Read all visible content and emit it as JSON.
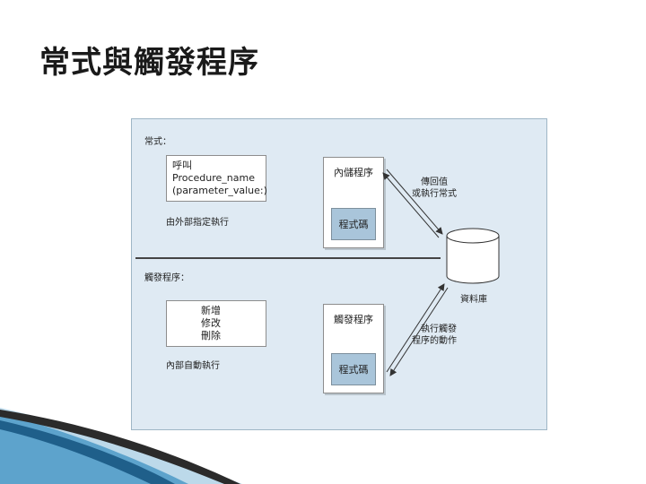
{
  "slide": {
    "title": "常式與觸發程序"
  },
  "diagram": {
    "routine_section": {
      "label": "常式：",
      "call_box": [
        "呼叫",
        "Procedure_name",
        "(parameter_value:)"
      ],
      "call_caption": "由外部指定執行",
      "procedure_title": "內儲程序",
      "code_label": "程式碼",
      "arrow_label": [
        "傳回值",
        "或執行常式"
      ]
    },
    "trigger_section": {
      "label": "觸發程序：",
      "op_box": [
        "新增",
        "修改",
        "刪除"
      ],
      "op_caption": "內部自動執行",
      "procedure_title": "觸發程序",
      "code_label": "程式碼",
      "arrow_label": [
        "執行觸發",
        "程序的動作"
      ]
    },
    "database_label": "資料庫"
  }
}
